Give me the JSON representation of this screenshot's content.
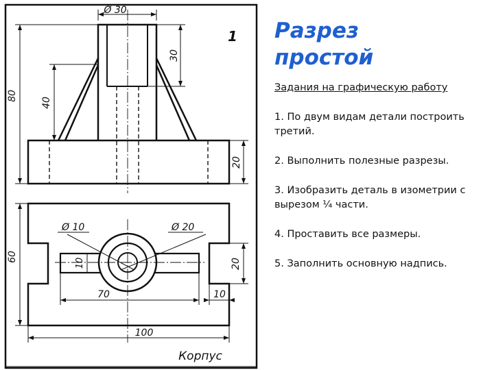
{
  "heading": {
    "line1": "Разрез",
    "line2": "простой"
  },
  "tasks": {
    "subtitle": "Задания на графическую работу",
    "items": [
      "1. По двум видам детали построить третий.",
      "2. Выполнить полезные разрезы.",
      "3. Изобразить деталь в изометрии с вырезом ¼ части.",
      "4. Проставить все размеры.",
      "5. Заполнить основную надпись."
    ]
  },
  "drawing": {
    "sheet_number": "1",
    "part_name": "Корпус",
    "dimensions": {
      "top_diameter": "Ø 30",
      "boss_height": "30",
      "total_height": "80",
      "rib_height": "40",
      "base_height": "20",
      "plan_depth": "60",
      "small_hole": "Ø 10",
      "large_hole": "Ø 20",
      "slot_width": "10",
      "slot_length": "70",
      "tab_width": "20",
      "tab_depth": "10",
      "total_length": "100"
    }
  }
}
